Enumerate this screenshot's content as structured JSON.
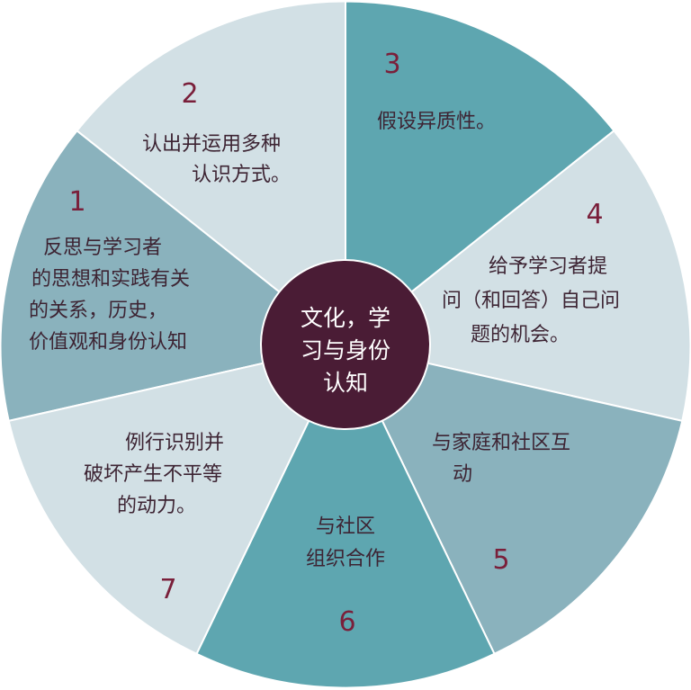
{
  "center": {
    "lines": [
      "文化，学",
      "习与身份",
      "认知"
    ],
    "color": "#4a1c35"
  },
  "segments": [
    {
      "number": "1",
      "lines": [
        "反思与学习者",
        "的思想和实践有关",
        "的关系，历史，",
        "价值观和身份认知"
      ],
      "color": "#8ab2bd"
    },
    {
      "number": "2",
      "lines": [
        "认出并运用多种",
        "认识方式。"
      ],
      "color": "#d2e0e5"
    },
    {
      "number": "3",
      "lines": [
        "假设异质性。"
      ],
      "color": "#5ea6b0"
    },
    {
      "number": "4",
      "lines": [
        "给予学习者提",
        "问（和回答）自己问",
        "题的机会。"
      ],
      "color": "#d2e0e5"
    },
    {
      "number": "5",
      "lines": [
        "与家庭和社区互",
        "动"
      ],
      "color": "#8ab2bd"
    },
    {
      "number": "6",
      "lines": [
        "与社区",
        "组织合作"
      ],
      "color": "#5ea6b0"
    },
    {
      "number": "7",
      "lines": [
        "例行识别并",
        "破坏产生不平等",
        "的动力。"
      ],
      "color": "#d2e0e5"
    }
  ]
}
